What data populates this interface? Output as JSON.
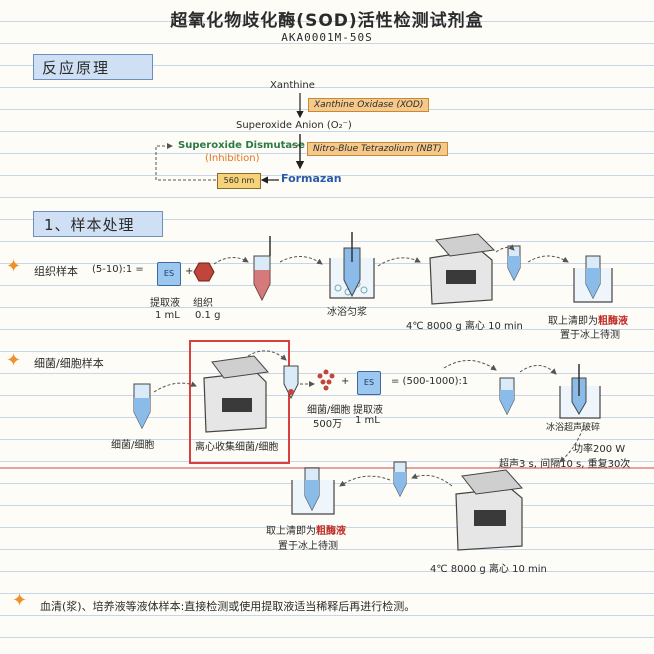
{
  "header": {
    "title": "超氧化物歧化酶(SOD)活性检测试剂盒",
    "catalog": "AKA0001M-50S"
  },
  "principle": {
    "section_title": "反应原理",
    "xanthine": "Xanthine",
    "xod": "Xanthine Oxidase (XOD)",
    "superoxide": "Superoxide Anion (O₂⁻)",
    "nbt": "Nitro-Blue Tetrazolium (NBT)",
    "sod": "Superoxide Dismutase",
    "inhibition": "(Inhibition)",
    "wavelength": "560 nm",
    "formazan": "Formazan"
  },
  "sample": {
    "section_title": "1、样本处理",
    "tissue": {
      "label": "组织样本",
      "ratio": "(5-10):1 =",
      "es": "ES",
      "plus": "+",
      "extract_label": "提取液",
      "extract_amount": "1 mL",
      "tissue_label": "组织",
      "tissue_amount": "0.1 g",
      "ice_homogenize": "冰浴匀浆",
      "centrifuge": "4℃ 8000 g 离心 10 min",
      "supernatant_1": "取上清即为",
      "crude": "粗酶液",
      "supernatant_2": "置于冰上待测"
    },
    "cell": {
      "label": "细菌/细胞样本",
      "cells": "细菌/细胞",
      "collect": "离心收集细菌/细胞",
      "count_label": "细菌/细胞",
      "count_amount": "500万",
      "extract_label": "提取液",
      "extract_amount": "1 mL",
      "es": "ES",
      "plus": "+",
      "ratio": "= (500-1000):1",
      "sonicate": "冰浴超声破碎",
      "power": "功率200 W",
      "sonic_params": "超声3 s, 间隔10 s, 重复30次",
      "supernatant_1": "取上清即为",
      "crude": "粗酶液",
      "supernatant_2": "置于冰上待测",
      "centrifuge": "4℃ 8000 g 离心 10 min"
    },
    "serum": {
      "text": "血清(浆)、培养液等液体样本:直接检测或使用提取液适当稀释后再进行检测。"
    }
  },
  "colors": {
    "section_fill": "#cfe0f5",
    "highlight": "#f6c98a",
    "accent_red": "#c0312b",
    "star_orange": "#f0902a",
    "liquid_blue": "#8bbbe8"
  }
}
